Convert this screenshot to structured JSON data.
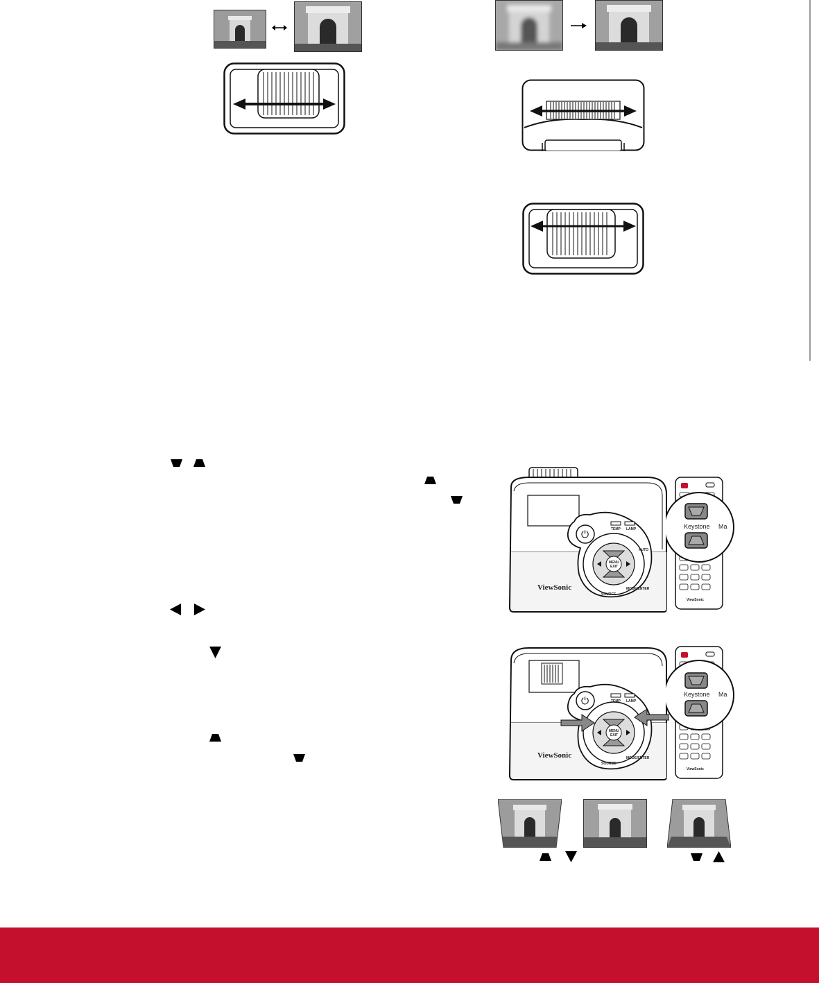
{
  "colors": {
    "footer": "#c4102c"
  },
  "zoom_section": {
    "images": [
      "arc-small-icon",
      "arc-large-icon"
    ],
    "arrow": "double-arrow-icon"
  },
  "focus_section": {
    "images": [
      "arc-blurred-icon",
      "arc-sharp-icon"
    ],
    "arrow": "right-arrow-icon"
  },
  "projector_panel": {
    "brand": "ViewSonic",
    "temp_label": "TEMP",
    "lamp_label": "LAMP",
    "menu_label": "MENU",
    "exit_label": "EXIT",
    "auto_label": "AUTO",
    "source_label": "SOURCE",
    "mode_enter_label": "MODE/ENTER"
  },
  "remote": {
    "keystone_label": "Keystone",
    "side_label": "Ma",
    "brand": "ViewSonic"
  }
}
